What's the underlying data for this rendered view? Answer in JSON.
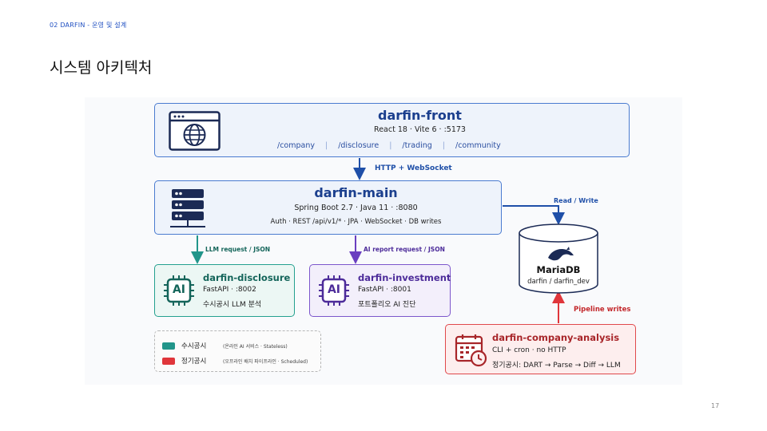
{
  "header": {
    "section_label": "02 DARFIN - 운영 및 설계",
    "title": "시스템 아키텍처",
    "page_number": "17"
  },
  "front": {
    "name": "darfin-front",
    "sub": "React 18 · Vite 6 · :5173",
    "routes": [
      "/company",
      "/disclosure",
      "/trading",
      "/community"
    ],
    "icon": "browser-globe-icon"
  },
  "main": {
    "name": "darfin-main",
    "sub": "Spring Boot 2.7 · Java 11 · :8080",
    "features": "Auth · REST /api/v1/* · JPA · WebSocket · DB writes",
    "icon": "server-rack-icon"
  },
  "disclosure": {
    "name": "darfin-disclosure",
    "sub": "FastAPI · :8002",
    "desc": "수시공시 LLM 분석",
    "icon_text": "AI"
  },
  "investment": {
    "name": "darfin-investment",
    "sub": "FastAPI · :8001",
    "desc": "포트폴리오 AI 진단",
    "icon_text": "AI"
  },
  "database": {
    "name": "MariaDB",
    "sub": "darfin / darfin_dev",
    "icon": "seal-logo-icon"
  },
  "company": {
    "name": "darfin-company-analysis",
    "sub": "CLI + cron · no HTTP",
    "desc": "정기공시: DART → Parse → Diff → LLM",
    "icon": "calendar-clock-icon"
  },
  "edges": {
    "front_main": "HTTP + WebSocket",
    "main_disc": "LLM request / JSON",
    "main_inv": "AI report request / JSON",
    "main_db": "Read / Write",
    "comp_db": "Pipeline writes"
  },
  "legend": [
    {
      "label": "수시공시",
      "note": "(온라인 AI 서비스 · Stateless)",
      "color": "#21958a"
    },
    {
      "label": "정기공시",
      "note": "(오프라인 배치 파이프라인 · Scheduled)",
      "color": "#e0363b"
    }
  ],
  "colors": {
    "blue": "#1f4fa8",
    "teal": "#21958a",
    "purple": "#6a3fc0",
    "red": "#e0363b"
  }
}
